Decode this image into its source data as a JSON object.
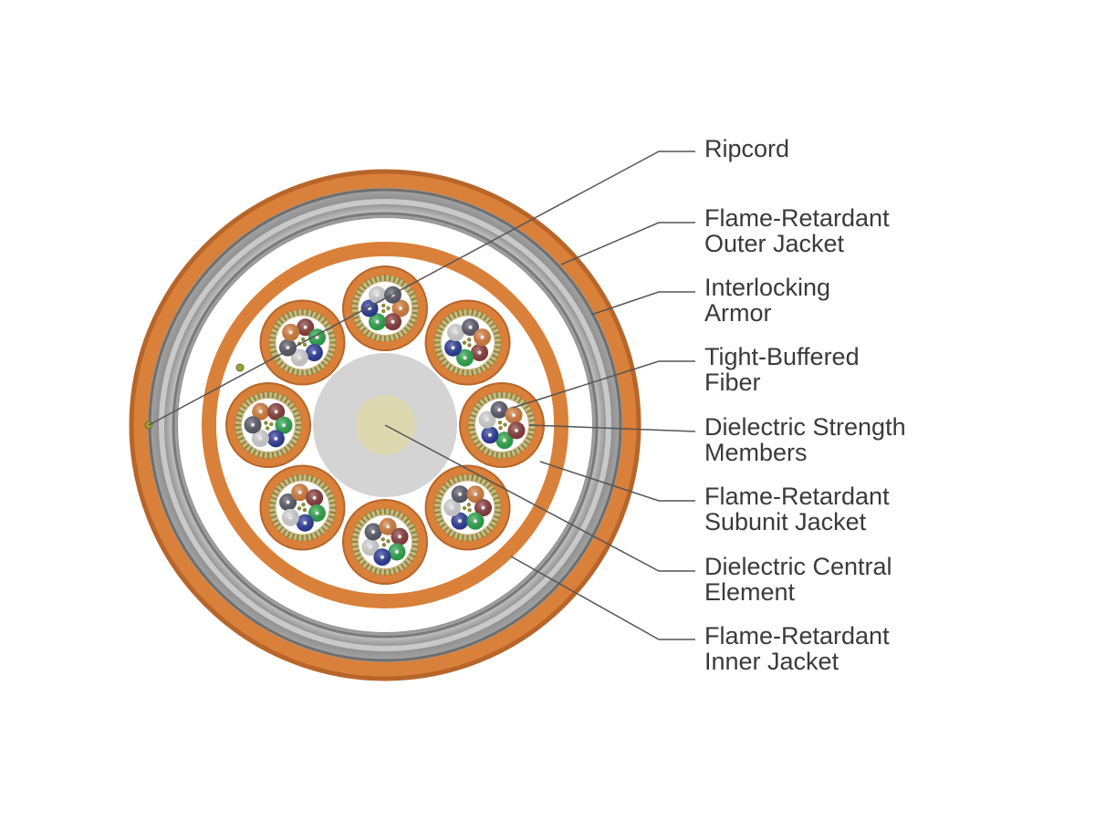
{
  "labels": [
    {
      "id": "ripcord",
      "lines": [
        "Ripcord"
      ]
    },
    {
      "id": "outer-jacket",
      "lines": [
        "Flame-Retardant",
        "Outer Jacket"
      ]
    },
    {
      "id": "armor",
      "lines": [
        "Interlocking",
        "Armor"
      ]
    },
    {
      "id": "tight-buffered-fiber",
      "lines": [
        "Tight-Buffered",
        "Fiber"
      ]
    },
    {
      "id": "strength-members",
      "lines": [
        "Dielectric Strength",
        "Members"
      ]
    },
    {
      "id": "subunit-jacket",
      "lines": [
        "Flame-Retardant",
        "Subunit Jacket"
      ]
    },
    {
      "id": "central-element",
      "lines": [
        "Dielectric Central",
        "Element"
      ]
    },
    {
      "id": "inner-jacket",
      "lines": [
        "Flame-Retardant",
        "Inner Jacket"
      ]
    }
  ],
  "colors": {
    "jacket_orange": "#d9803a",
    "jacket_orange_dark": "#b8652a",
    "armor_gray": "#9a9a9a",
    "armor_dark": "#6e6e6e",
    "central_gray": "#d4d4d4",
    "central_core": "#ddd8b0",
    "leader_line": "#555555",
    "strength_yarn": "#8a8a3a"
  },
  "fiber_colors": [
    "#d9803a",
    "#8b3a3a",
    "#2aa84a",
    "#2a3a9a",
    "#d8d8d8",
    "#5a5a6a"
  ],
  "subunit_count": 8
}
